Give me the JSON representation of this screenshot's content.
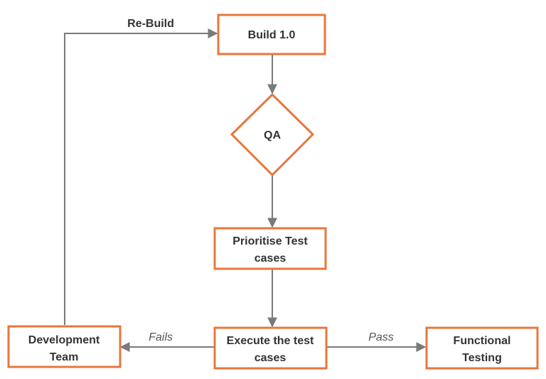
{
  "colors": {
    "node_border": "#e8773d",
    "connector": "#7a7a7a",
    "text": "#333333"
  },
  "nodes": {
    "build": {
      "label": "Build 1.0"
    },
    "qa": {
      "label": "QA"
    },
    "prioritise": {
      "line1": "Prioritise Test",
      "line2": "cases"
    },
    "execute": {
      "line1": "Execute the test",
      "line2": "cases"
    },
    "development": {
      "line1": "Development",
      "line2": "Team"
    },
    "functional": {
      "line1": "Functional",
      "line2": "Testing"
    }
  },
  "edges": {
    "rebuild": "Re-Build",
    "fails": "Fails",
    "pass": "Pass"
  }
}
